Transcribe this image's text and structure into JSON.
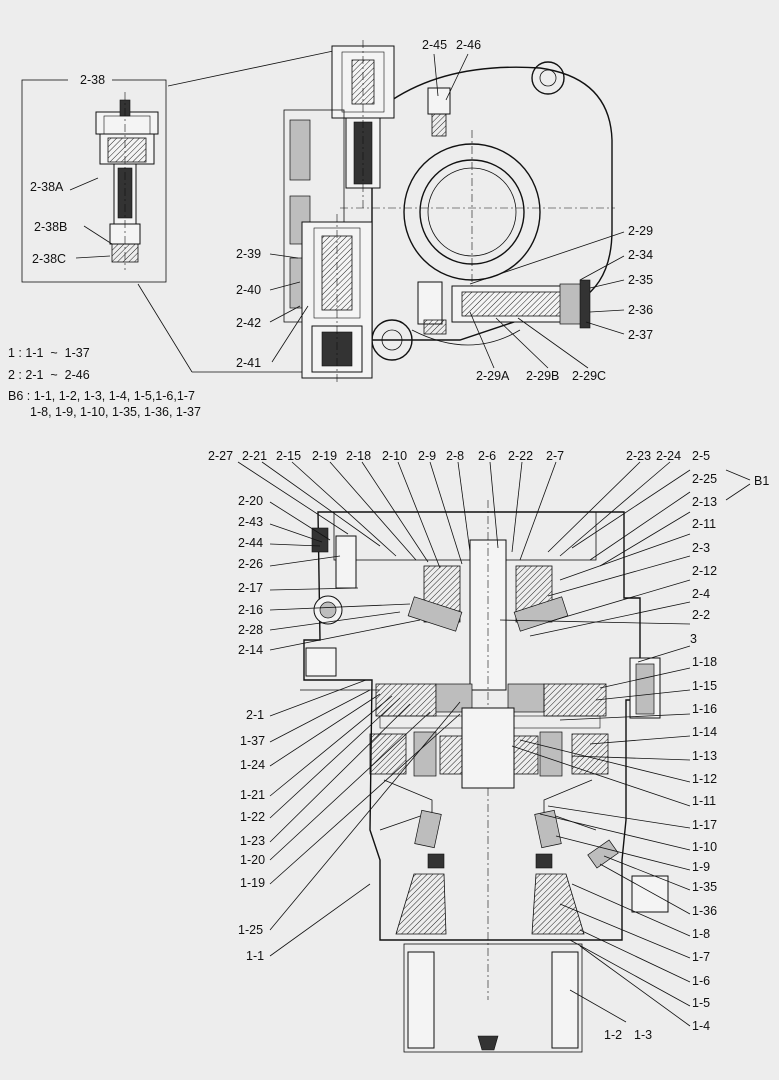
{
  "detail_box_label": "2-38",
  "legend": [
    "1 : 1-1  ~  1-37",
    "2 : 2-1  ~  2-46",
    "B6 : 1-1, 1-2, 1-3, 1-4, 1-5,1-6,1-7",
    "1-8, 1-9, 1-10, 1-35, 1-36, 1-37"
  ],
  "upper_labels": {
    "detail": [
      "2-38A",
      "2-38B",
      "2-38C"
    ],
    "left": [
      "2-39",
      "2-40",
      "2-42",
      "2-41"
    ],
    "top": [
      "2-45",
      "2-46"
    ],
    "right": [
      "2-29",
      "2-34",
      "2-35",
      "2-36",
      "2-37"
    ],
    "bottom": [
      "2-29A",
      "2-29B",
      "2-29C"
    ]
  },
  "lower_labels": {
    "top": [
      "2-27",
      "2-21",
      "2-15",
      "2-19",
      "2-18",
      "2-10",
      "2-9",
      "2-8",
      "2-6",
      "2-22",
      "2-7",
      "2-23",
      "2-24"
    ],
    "group": "B1",
    "left": [
      "2-20",
      "2-43",
      "2-44",
      "2-26",
      "2-17",
      "2-16",
      "2-28",
      "2-14",
      "2-1",
      "1-37",
      "1-24",
      "1-21",
      "1-22",
      "1-23",
      "1-20",
      "1-19",
      "1-25",
      "1-1"
    ],
    "right": [
      "2-5",
      "2-25",
      "2-13",
      "2-11",
      "2-3",
      "2-12",
      "2-4",
      "2-2",
      "3",
      "1-18",
      "1-15",
      "1-16",
      "1-14",
      "1-13",
      "1-12",
      "1-11",
      "1-17",
      "1-10",
      "1-9",
      "1-35",
      "1-36",
      "1-8",
      "1-7",
      "1-6",
      "1-5",
      "1-4"
    ],
    "bottom": [
      "1-2",
      "1-3"
    ]
  }
}
